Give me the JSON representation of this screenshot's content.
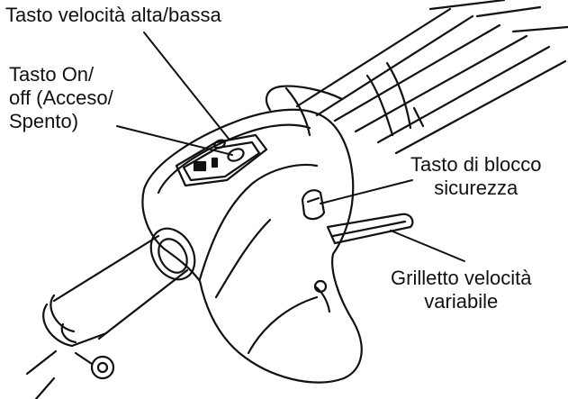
{
  "labels": {
    "speed_button": "Tasto velocità alta/bassa",
    "onoff_button": [
      "Tasto On/",
      "off (Acceso/",
      "Spento)"
    ],
    "safety_lock": [
      "Tasto di blocco",
      "sicurezza"
    ],
    "speed_trigger": [
      "Grilletto  velocità",
      "variabile"
    ]
  },
  "colors": {
    "line": "#111111",
    "background": "#ffffff"
  }
}
